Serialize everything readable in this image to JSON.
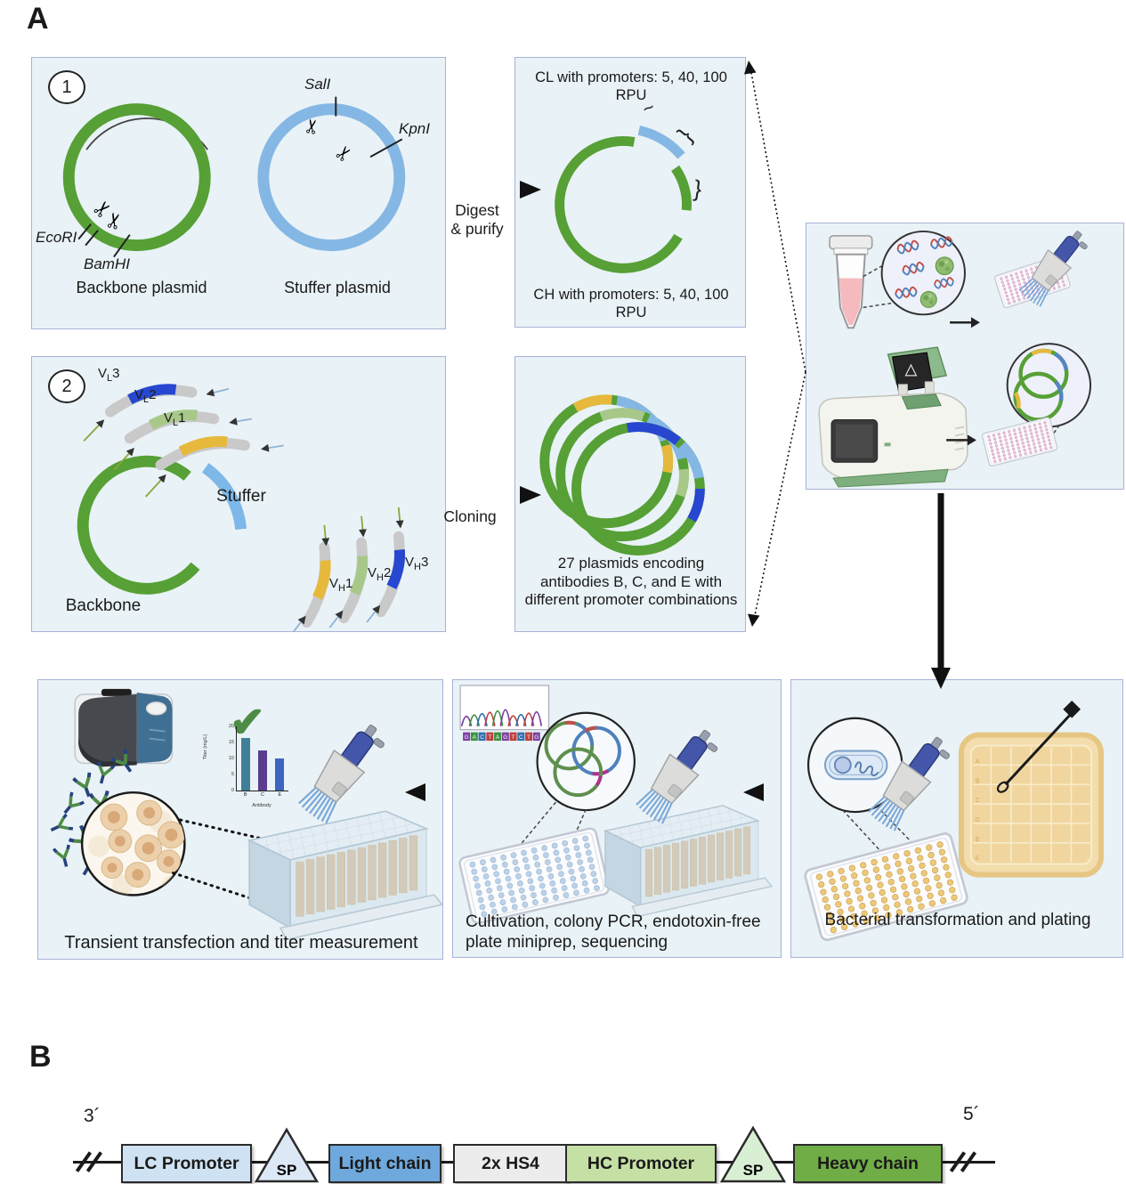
{
  "panel_a_label": "A",
  "panel_b_label": "B",
  "box1": {
    "number": "1",
    "backbone_label": "Backbone plasmid",
    "stuffer_label": "Stuffer plasmid",
    "enzyme_ecori": "EcoRI",
    "enzyme_bamhi": "BamHI",
    "enzyme_sali": "SalI",
    "enzyme_kpni": "KpnI"
  },
  "digest_arrow": {
    "line1": "Digest",
    "line2": "& purify"
  },
  "box_digested": {
    "cl_text": "CL with promoters: 5, 40, 100 RPU",
    "ch_text": "CH with promoters: 5, 40, 100 RPU"
  },
  "box2": {
    "number": "2",
    "stuffer_label": "Stuffer",
    "backbone_label": "Backbone",
    "fragment_labels": [
      {
        "main": "V",
        "sub": "L",
        "num": "3"
      },
      {
        "main": "V",
        "sub": "L",
        "num": "2"
      },
      {
        "main": "V",
        "sub": "L",
        "num": "1"
      },
      {
        "main": "V",
        "sub": "H",
        "num": "1"
      },
      {
        "main": "V",
        "sub": "H",
        "num": "2"
      },
      {
        "main": "V",
        "sub": "H",
        "num": "3"
      }
    ]
  },
  "cloning_arrow": {
    "label": "Cloning"
  },
  "box_plasmids": {
    "caption": "27 plasmids encoding antibodies B, C, and E with different promoter combinations"
  },
  "box_bacterial": {
    "caption": "Bacterial transformation and plating",
    "plate_rows": [
      "A",
      "B",
      "C",
      "D",
      "E",
      "F"
    ]
  },
  "box_cultivation": {
    "caption": "Cultivation, colony PCR, endotoxin-free plate miniprep, sequencing",
    "chromatogram_bases": "GACTAGTCTG"
  },
  "base_colors": {
    "G": "#7b3fa0",
    "A": "#3f9142",
    "C": "#2f6fb0",
    "T": "#bf3f3f"
  },
  "box_transfection": {
    "caption": "Transient transfection and  titer measurement"
  },
  "chart_data": {
    "type": "bar",
    "categories": [
      "B",
      "C",
      "E"
    ],
    "values": [
      16.5,
      12.5,
      10
    ],
    "title": "",
    "xlabel": "Antibody",
    "ylabel": "Titer (mg/L)",
    "ylim": [
      0,
      20
    ],
    "yticks": [
      0,
      5,
      10,
      15,
      20
    ],
    "colors": [
      "#3f7f99",
      "#5b3d8e",
      "#3c64c0"
    ],
    "legend_position": "none"
  },
  "construct": {
    "three_prime": "3´",
    "five_prime": "5´",
    "elements": [
      {
        "label": "LC Promoter",
        "color": "#cfe2f3",
        "shape": "box"
      },
      {
        "label": "SP",
        "color": "#dce8f5",
        "shape": "triangle"
      },
      {
        "label": "Light chain",
        "color": "#6fa8dc",
        "shape": "box"
      },
      {
        "label": "2x HS4",
        "color": "#ececec",
        "shape": "box"
      },
      {
        "label": "HC Promoter",
        "color": "#c5e0a5",
        "shape": "box"
      },
      {
        "label": "SP",
        "color": "#d9efd3",
        "shape": "triangle"
      },
      {
        "label": "Heavy chain",
        "color": "#70ad47",
        "shape": "box"
      }
    ]
  },
  "colors": {
    "box_bg": "#e9f2f6",
    "box_border": "#a8b2d8",
    "plasmid_green": "#56a036",
    "plasmid_blue": "#85b7e4",
    "insert_dark_blue": "#2747d0",
    "insert_yellow": "#e6b93d",
    "insert_light_green": "#a8c88a",
    "arrow_black": "#111111",
    "check_green": "#4e8c46"
  }
}
